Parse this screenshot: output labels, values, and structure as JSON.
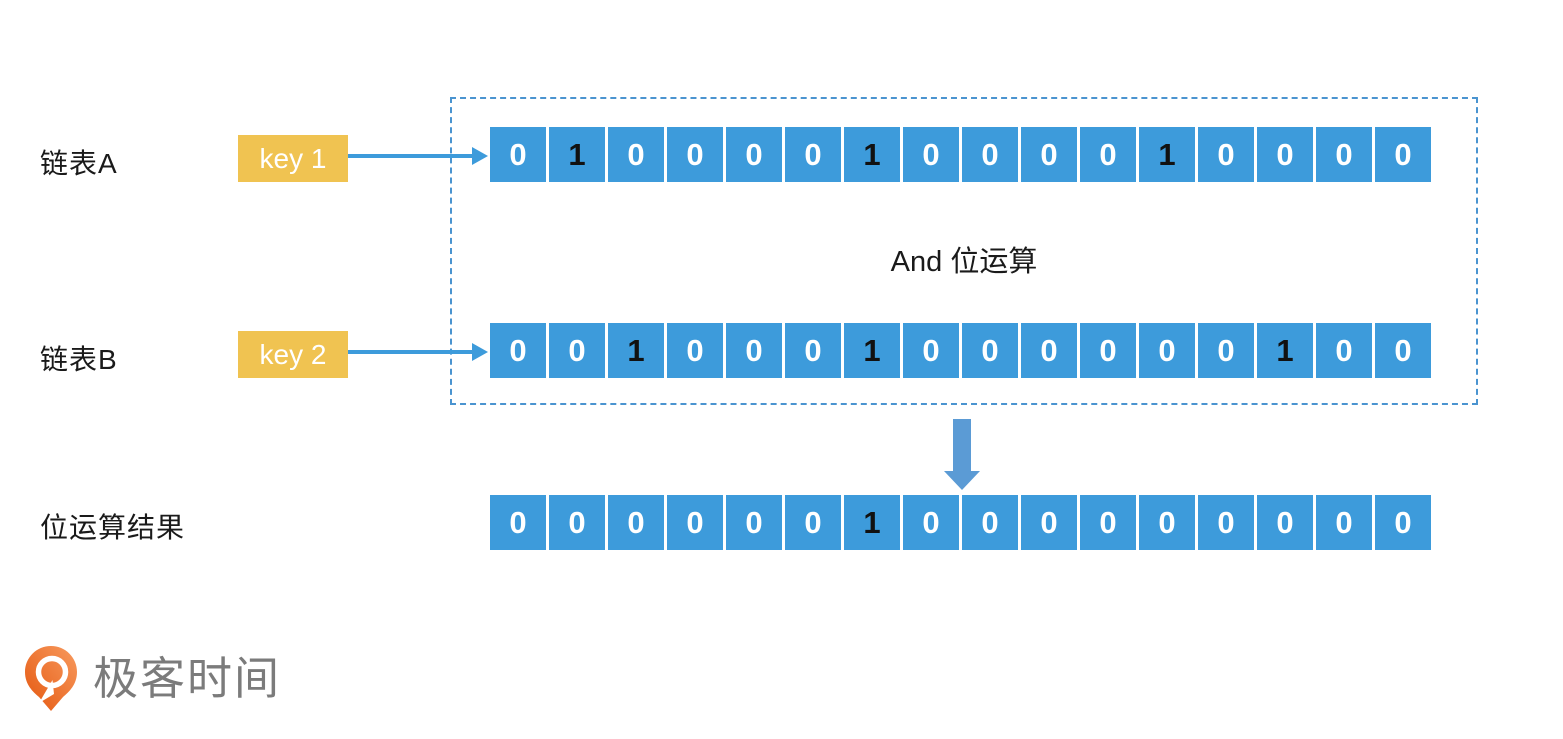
{
  "rows": [
    {
      "label": "链表A",
      "key_label": "key 1",
      "bits": [
        0,
        1,
        0,
        0,
        0,
        0,
        1,
        0,
        0,
        0,
        0,
        1,
        0,
        0,
        0,
        0
      ]
    },
    {
      "label": "链表B",
      "key_label": "key 2",
      "bits": [
        0,
        0,
        1,
        0,
        0,
        0,
        1,
        0,
        0,
        0,
        0,
        0,
        0,
        1,
        0,
        0
      ]
    }
  ],
  "operation_label": "And 位运算",
  "result_row": {
    "label": "位运算结果",
    "bits": [
      0,
      0,
      0,
      0,
      0,
      0,
      1,
      0,
      0,
      0,
      0,
      0,
      0,
      0,
      0,
      0
    ]
  },
  "logo": {
    "text": "极客时间",
    "icon": "geektime-pin-icon"
  },
  "colors": {
    "cell_blue": "#3D9BDB",
    "arrow_blue": "#3D9BDB",
    "down_arrow_blue": "#5B9BD5",
    "key_yellow": "#F0C351",
    "dashed_border_blue": "#4A94D0",
    "bit_one_text": "#111111",
    "bit_zero_text": "#FFFFFF",
    "logo_orange_dark": "#E4560E",
    "logo_orange_light": "#F89B5F",
    "logo_text_gray": "#7B7B7B"
  }
}
